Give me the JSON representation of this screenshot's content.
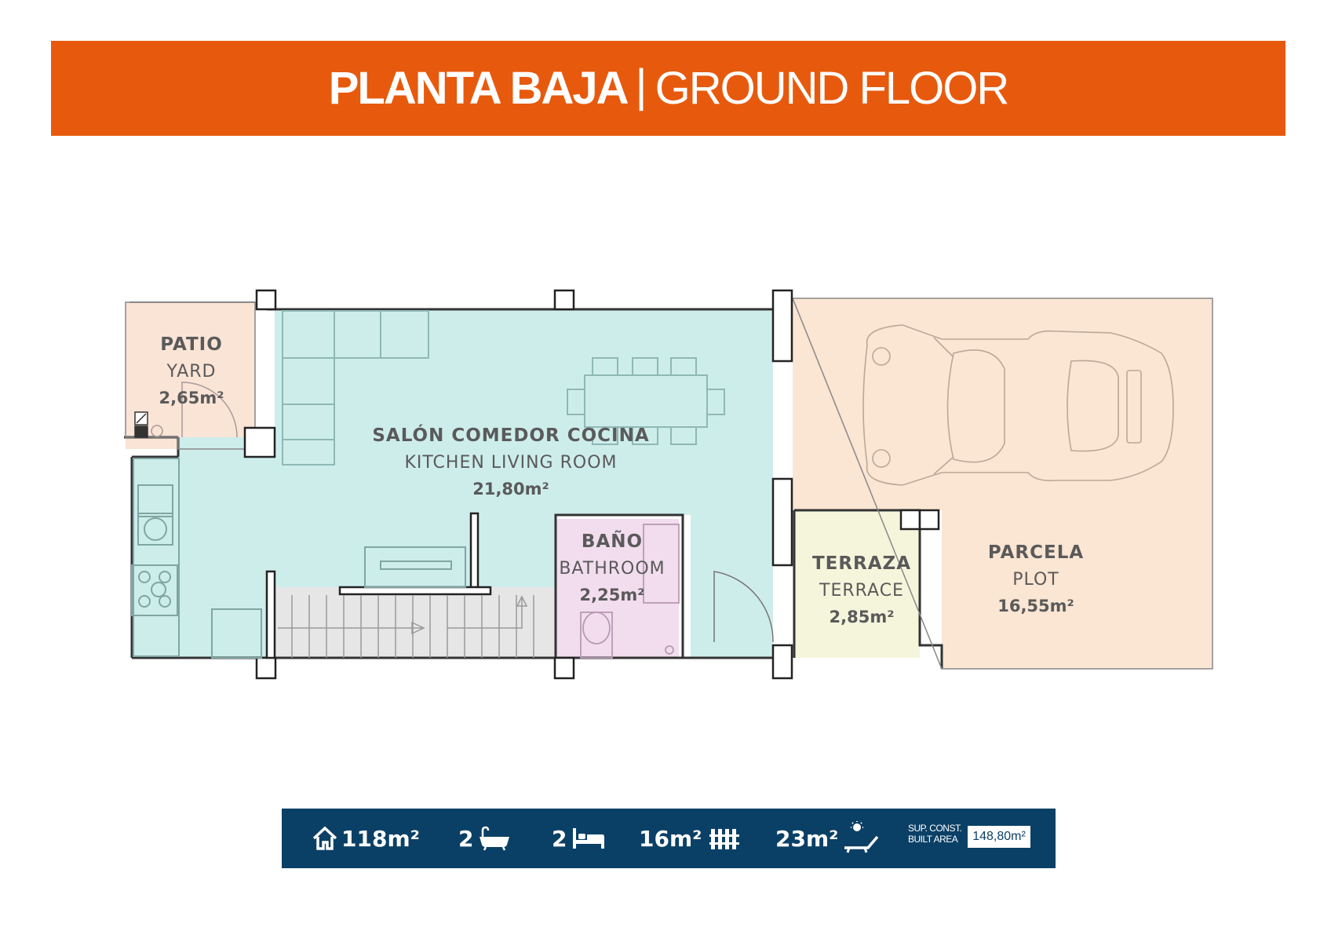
{
  "header": {
    "title_es": "PLANTA BAJA",
    "separator": "|",
    "title_en": "GROUND FLOOR",
    "background_color": "#E75A0D"
  },
  "rooms": {
    "patio": {
      "name_es": "PATIO",
      "name_en": "YARD",
      "area": "2,65m²",
      "color": "#F9E4D6"
    },
    "salon": {
      "name_es": "SALÓN COMEDOR COCINA",
      "name_en": "KITCHEN LIVING ROOM",
      "area": "21,80m²",
      "color": "#CDEDEB"
    },
    "bano": {
      "name_es": "BAÑO",
      "name_en": "BATHROOM",
      "area": "2,25m²",
      "color": "#F2DDEE"
    },
    "terraza": {
      "name_es": "TERRAZA",
      "name_en": "TERRACE",
      "area": "2,85m²",
      "color": "#F5F5DC"
    },
    "parcela": {
      "name_es": "PARCELA",
      "name_en": "PLOT",
      "area": "16,55m²",
      "color": "#FBE5D3"
    }
  },
  "stats_bar": {
    "background_color": "#0B4066",
    "house_area": "118m²",
    "bathrooms": "2",
    "bedrooms": "2",
    "plot_area": "16m²",
    "terrace_area": "23m²",
    "built_label_es": "SUP. CONST.",
    "built_label_en": "BUILT AREA",
    "built_value": "148,80m²",
    "icons": [
      "house-icon",
      "bathtub-icon",
      "bed-icon",
      "fence-icon",
      "sunbed-icon"
    ]
  }
}
